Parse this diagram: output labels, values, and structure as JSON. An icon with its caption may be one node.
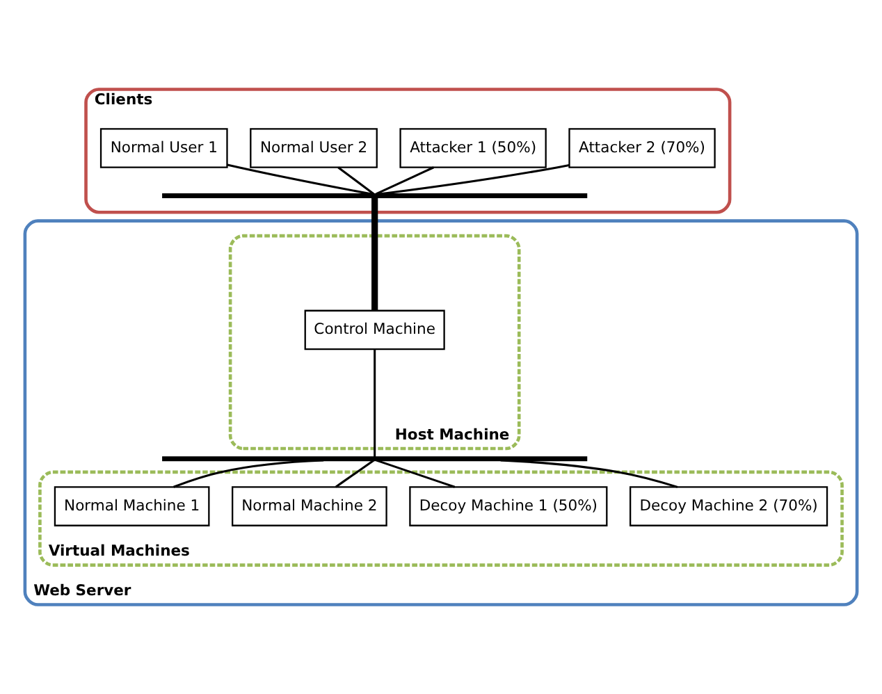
{
  "diagram": {
    "nodes": [
      {
        "text": [
          "Clients"
        ]
      },
      {
        "text": [
          "Normal User 1"
        ],
        "in": 0
      },
      {
        "text": [
          "Normal User 2"
        ],
        "in": 0
      },
      {
        "text": [
          "Attacker 1 (50%)"
        ],
        "in": 0
      },
      {
        "text": [
          "Attacker 2 (70%)"
        ],
        "in": 0
      },
      {
        "text": [],
        "shape": "bar",
        "in": 0
      },
      {
        "text": [
          "Web Server"
        ]
      },
      {
        "text": [
          "Host Machine"
        ],
        "in": 6
      },
      {
        "text": [
          "Control Machine"
        ],
        "in": 7
      },
      {
        "text": [],
        "shape": "bar",
        "in": 6
      },
      {
        "text": [
          "Virtual Machines"
        ],
        "in": 6
      },
      {
        "text": [
          "Normal Machine 1"
        ],
        "in": 10
      },
      {
        "text": [
          "Normal Machine 2"
        ],
        "in": 10
      },
      {
        "text": [
          "Decoy Machine 1 (50%)"
        ],
        "in": 10
      },
      {
        "text": [
          "Decoy Machine 2 (70%)"
        ],
        "in": 10
      }
    ],
    "edges": [
      {
        "from": 1,
        "to": 5,
        "arrow": "none"
      },
      {
        "from": 2,
        "to": 5,
        "arrow": "none"
      },
      {
        "from": 3,
        "to": 5,
        "arrow": "none"
      },
      {
        "from": 4,
        "to": 5,
        "arrow": "none"
      },
      {
        "from": 5,
        "to": 8,
        "arrow": "none",
        "style": "thick"
      },
      {
        "from": 8,
        "to": 9,
        "arrow": "none"
      },
      {
        "from": 9,
        "to": 11,
        "arrow": "none"
      },
      {
        "from": 9,
        "to": 12,
        "arrow": "none"
      },
      {
        "from": 9,
        "to": 13,
        "arrow": "none"
      },
      {
        "from": 9,
        "to": 14,
        "arrow": "none"
      }
    ]
  }
}
